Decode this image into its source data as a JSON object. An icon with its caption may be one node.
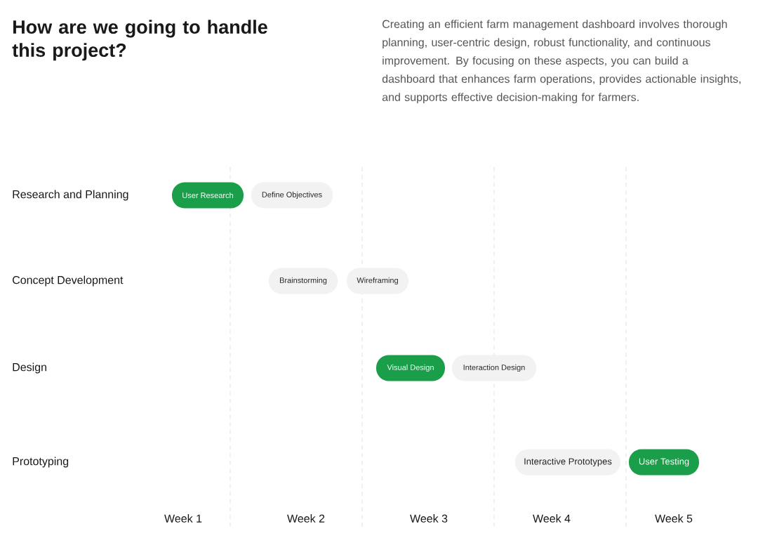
{
  "diagram": {
    "title": "How are we going to handle this project?",
    "nodes": [
      {
        "text": [
          "User Research"
        ]
      },
      {
        "text": [
          "Define Objectives"
        ]
      },
      {
        "text": [
          "Brainstorming"
        ]
      },
      {
        "text": [
          "Wireframing"
        ]
      },
      {
        "text": [
          "Visual Design"
        ]
      },
      {
        "text": [
          "Interaction Design"
        ]
      },
      {
        "text": [
          "Interactive Prototypes"
        ]
      },
      {
        "text": [
          "User Testing"
        ]
      }
    ],
    "labels": [
      "Creating an efficient farm management dashboard involves thorough planning, user-centric design, robust functionality, and continuous improvement. By focusing on these aspects, you can build a dashboard that enhances farm operations, provides actionable insights, and supports effective decision-making for farmers.",
      "Research and Planning",
      "Concept Development",
      "Design",
      "Prototyping",
      "Week 1",
      "Week 2",
      "Week 3",
      "Week 4",
      "Week 5"
    ]
  }
}
